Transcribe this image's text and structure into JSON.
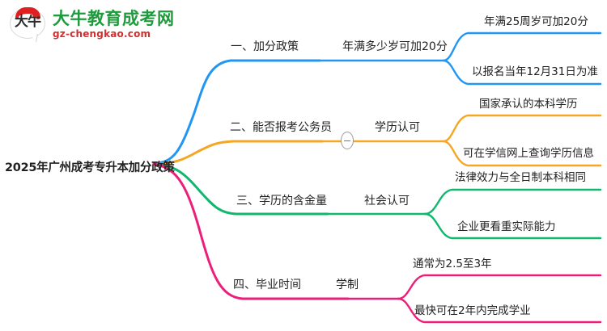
{
  "logo": {
    "mark_text": "大牛",
    "title": "大牛教育成考网",
    "subtitle": "gz-chengkao.com",
    "title_color": "#1f9a3d",
    "subtitle_color": "#cf3030",
    "cap_color": "#e02020"
  },
  "mindmap": {
    "root": "2025年广州成考专升本加分政策",
    "collapse_toggle": "−",
    "branches": [
      {
        "label": "一、加分政策",
        "color": "#2196f3",
        "middle": "年满多少岁可加20分",
        "leaves": [
          "年满25周岁可加20分",
          "以报名当年12月31日为准"
        ]
      },
      {
        "label": "二、能否报考公务员",
        "color": "#f5a623",
        "middle": "学历认可",
        "leaves": [
          "国家承认的本科学历",
          "可在学信网上查询学历信息"
        ]
      },
      {
        "label": "三、学历的含金量",
        "color": "#0fb86e",
        "middle": "社会认可",
        "leaves": [
          "法律效力与全日制本科相同",
          "企业更看重实际能力"
        ]
      },
      {
        "label": "四、毕业时间",
        "color": "#ed1e79",
        "middle": "学制",
        "leaves": [
          "通常为2.5至3年",
          "最快可在2年内完成学业"
        ]
      }
    ]
  }
}
